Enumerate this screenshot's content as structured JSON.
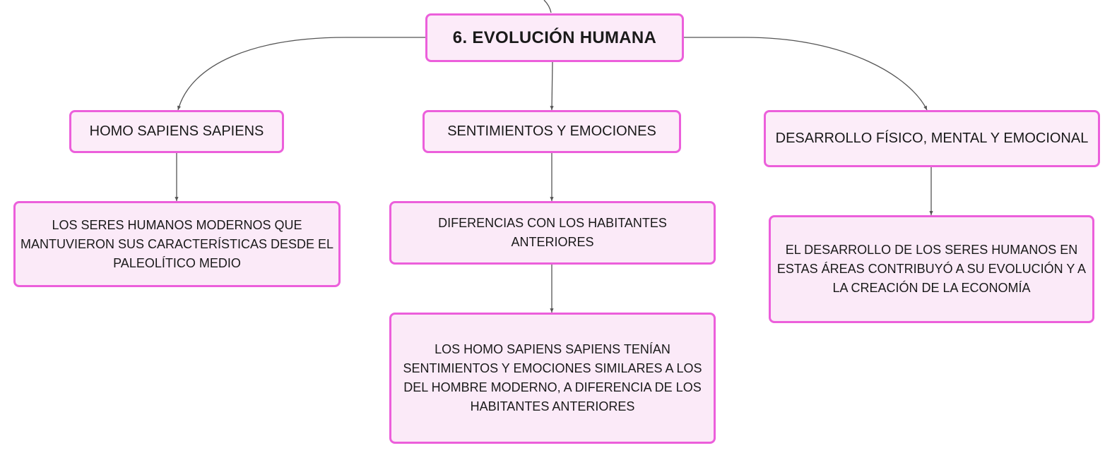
{
  "diagram": {
    "root": {
      "label": "6. EVOLUCIÓN HUMANA"
    },
    "branches": [
      {
        "label": "HOMO SAPIENS SAPIENS",
        "children": [
          {
            "label": "LOS SERES HUMANOS MODERNOS QUE MANTUVIERON SUS CARACTERÍSTICAS DESDE EL PALEOLÍTICO MEDIO"
          }
        ]
      },
      {
        "label": "SENTIMIENTOS Y EMOCIONES",
        "children": [
          {
            "label": "DIFERENCIAS CON LOS HABITANTES ANTERIORES"
          },
          {
            "label": "LOS HOMO SAPIENS SAPIENS TENÍAN SENTIMIENTOS Y EMOCIONES SIMILARES A LOS DEL HOMBRE MODERNO, A DIFERENCIA DE LOS HABITANTES ANTERIORES"
          }
        ]
      },
      {
        "label": "DESARROLLO FÍSICO, MENTAL Y EMOCIONAL",
        "children": [
          {
            "label": "EL DESARROLLO DE LOS SERES HUMANOS EN ESTAS ÁREAS CONTRIBUYÓ A SU EVOLUCIÓN Y A LA CREACIÓN DE LA ECONOMÍA"
          }
        ]
      }
    ],
    "colors": {
      "node_border": "#ec5fdb",
      "node_fill": "#fcebf9",
      "connector": "#555555"
    }
  }
}
